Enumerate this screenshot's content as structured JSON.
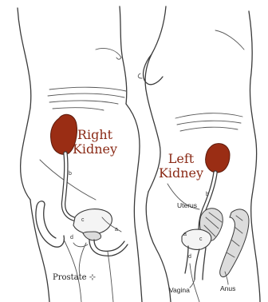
{
  "labels": {
    "right_kidney_line1": "Right",
    "right_kidney_line2": "Kidney",
    "left_kidney_line1": "Left",
    "left_kidney_line2": "Kidney",
    "uterus": "Uterus",
    "vagina": "Vagina",
    "anus": "Anus",
    "prostate": "Prostate",
    "marker_b_male": "b",
    "marker_c_male": "c",
    "marker_d_male": "d",
    "marker_a_male": "a",
    "marker_b_female": "b",
    "marker_c_female": "c",
    "marker_d_female": "d",
    "marker_a_female": "a"
  },
  "colors": {
    "kidney": "#9a2d14",
    "label": "#8a2a16"
  }
}
